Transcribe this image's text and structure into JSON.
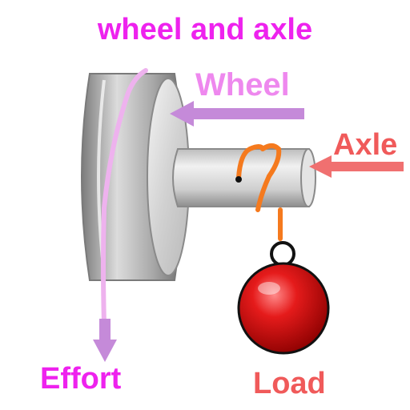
{
  "title": "wheel and axle",
  "labels": {
    "wheel": "Wheel",
    "axle": "Axle",
    "effort": "Effort",
    "load": "Load"
  },
  "colors": {
    "title": "#ee22ee",
    "wheel_label": "#ee88ee",
    "axle_label": "#f05a5a",
    "effort_label": "#ee22ee",
    "load_label": "#f05a5a",
    "wheel_arrow": "#c58ad9",
    "axle_arrow": "#f07070",
    "effort_rope": "#e8a3e8",
    "effort_arrow": "#c58ad9",
    "load_rope": "#f57a1e",
    "load_ball": "#e01818"
  }
}
